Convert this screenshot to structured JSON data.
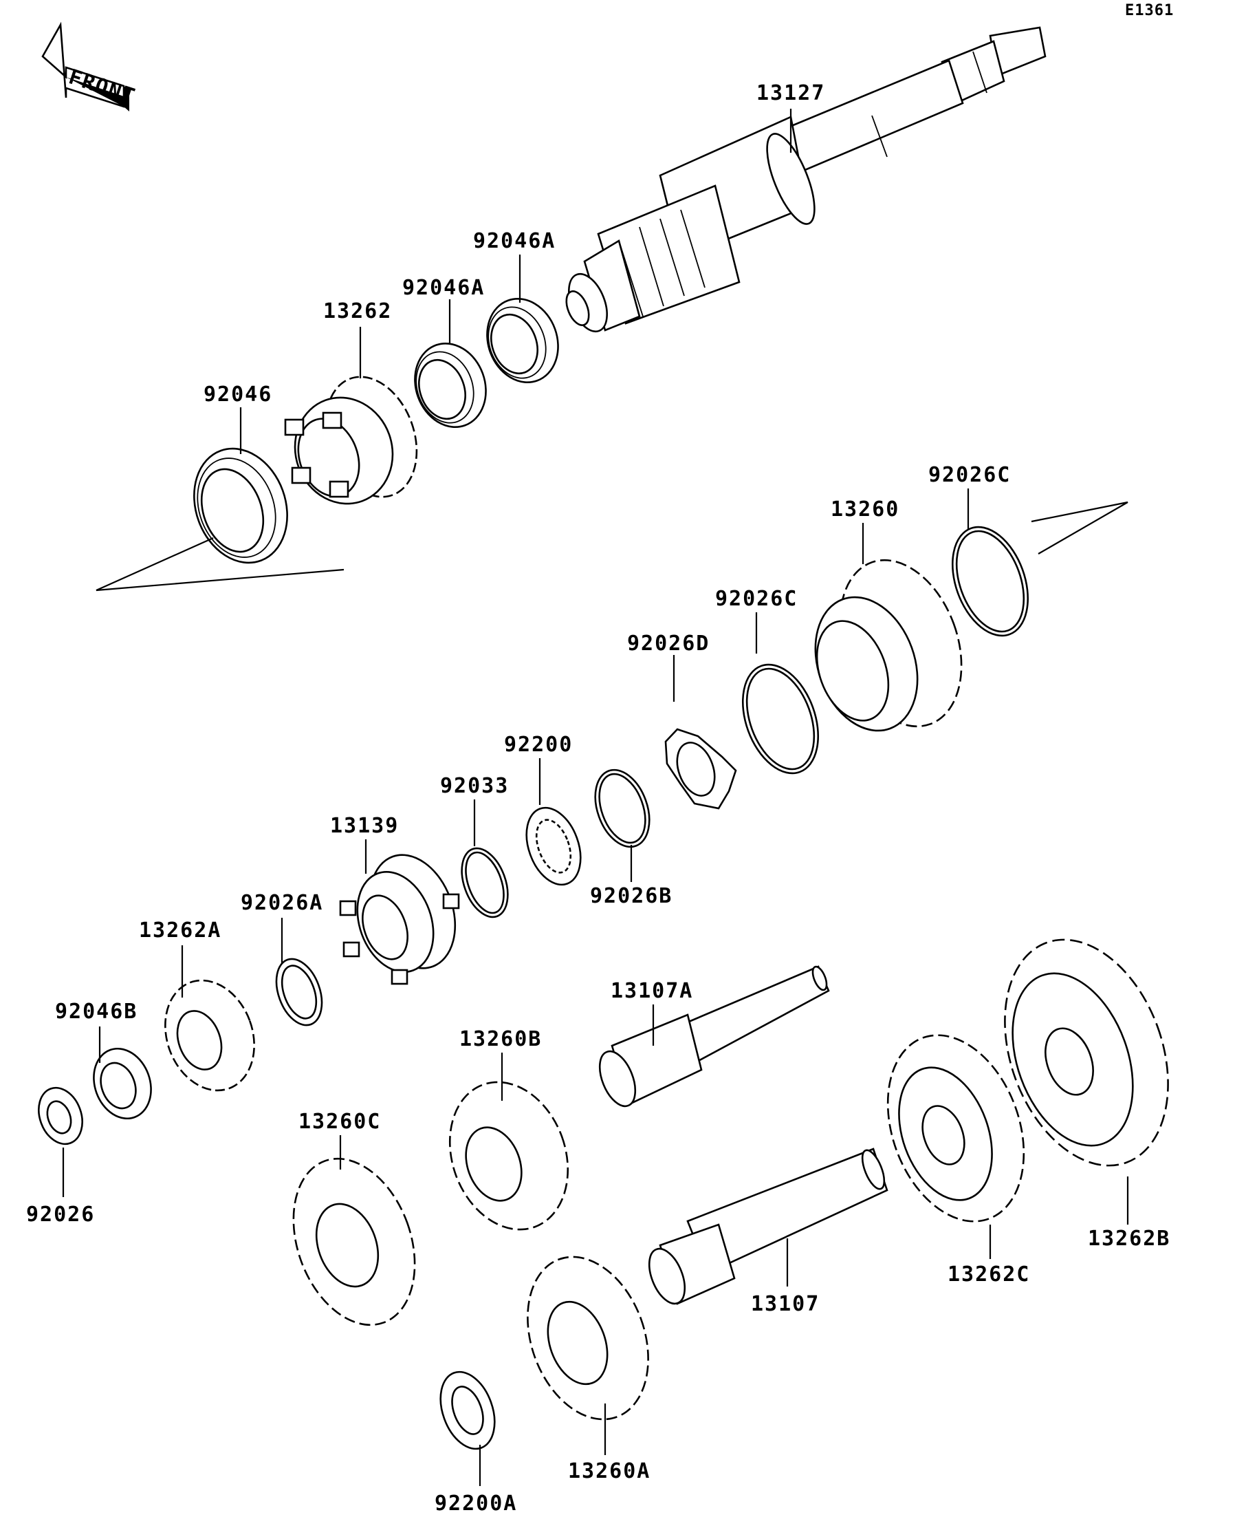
{
  "diagram_code": "E1361",
  "front_label": "FRONT",
  "labels": {
    "13127": "13127",
    "92046A_1": "92046A",
    "92046A_2": "92046A",
    "13262": "13262",
    "92046": "92046",
    "13260": "13260",
    "92026C_1": "92026C",
    "92026C_2": "92026C",
    "92026D": "92026D",
    "92200": "92200",
    "92033": "92033",
    "92026B": "92026B",
    "13139": "13139",
    "92026A": "92026A",
    "13262A": "13262A",
    "92046B": "92046B",
    "92026": "92026",
    "13107A": "13107A",
    "13260B": "13260B",
    "13260C": "13260C",
    "13262B": "13262B",
    "13262C": "13262C",
    "13107": "13107",
    "13260A": "13260A",
    "92200A": "92200A"
  }
}
